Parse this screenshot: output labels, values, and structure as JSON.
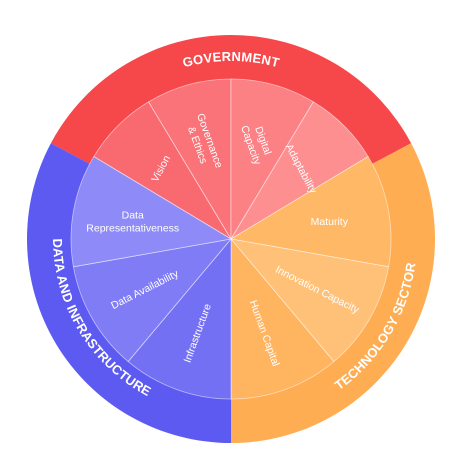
{
  "colors": {
    "background": "#ffffff",
    "government_outer": "#f6484b",
    "technology_outer": "#ffad53",
    "data_outer": "#5d5af2",
    "separator": "#ffffff"
  },
  "pillars": [
    {
      "id": "government",
      "label": "GOVERNMENT",
      "color": "#f6484b",
      "sectors": [
        {
          "lines": [
            "Vision"
          ],
          "color": "#f86a70"
        },
        {
          "lines": [
            "Governance",
            "& Ethics"
          ],
          "color": "#fa7378"
        },
        {
          "lines": [
            "Digital",
            "Capacity"
          ],
          "color": "#fb8185"
        },
        {
          "lines": [
            "Adaptability"
          ],
          "color": "#fd8f91"
        }
      ]
    },
    {
      "id": "technology",
      "label": "TECHNOLOGY SECTOR",
      "color": "#ffad53",
      "sectors": [
        {
          "lines": [
            "Maturity"
          ],
          "color": "#ffb865"
        },
        {
          "lines": [
            "Innovation Capacity"
          ],
          "color": "#ffc178"
        },
        {
          "lines": [
            "Human Capital"
          ],
          "color": "#ffb460"
        }
      ]
    },
    {
      "id": "data",
      "label": "DATA AND INFRASTRUCTURE",
      "color": "#5d5af2",
      "sectors": [
        {
          "lines": [
            "Infrastructure"
          ],
          "color": "#7470f4"
        },
        {
          "lines": [
            "Data Availability"
          ],
          "color": "#807cf6"
        },
        {
          "lines": [
            "Data",
            "Representativeness"
          ],
          "color": "#8e8bf8"
        }
      ]
    }
  ]
}
